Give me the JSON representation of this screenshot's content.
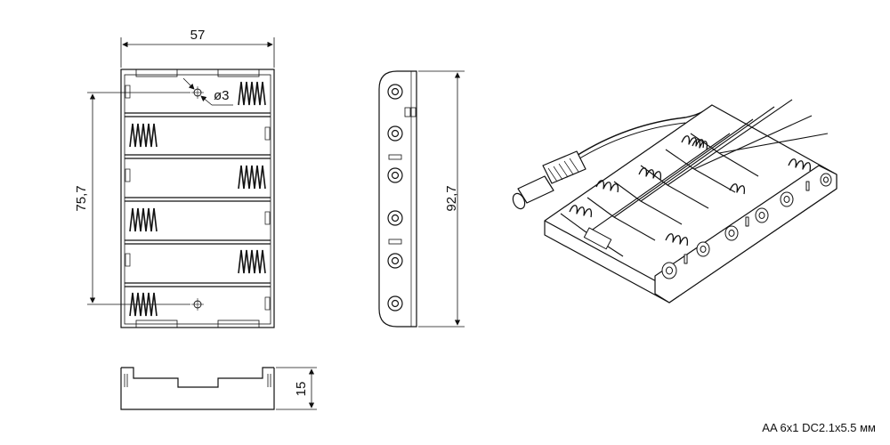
{
  "dimensions": {
    "top_width": "57",
    "hole_diameter": "ø3",
    "front_height": "75,7",
    "side_height": "92,7",
    "bottom_height": "15"
  },
  "caption": "AA 6x1 DC2.1x5.5 мм",
  "colors": {
    "ink": "#111111",
    "fill": "#ffffff"
  },
  "views": [
    "front-view",
    "side-view",
    "bottom-view",
    "isometric-view"
  ]
}
